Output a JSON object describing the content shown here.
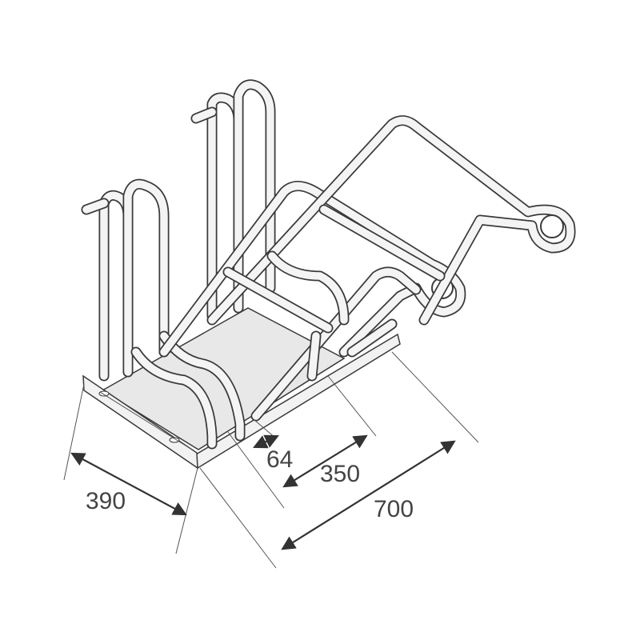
{
  "dimensions": {
    "width": "390",
    "tube_spacing": "64",
    "slot_spacing": "350",
    "length": "700"
  },
  "colors": {
    "line": "#3a3a3a",
    "tube_fill": "#f4f4f4",
    "plate": "#e6e6e6"
  }
}
